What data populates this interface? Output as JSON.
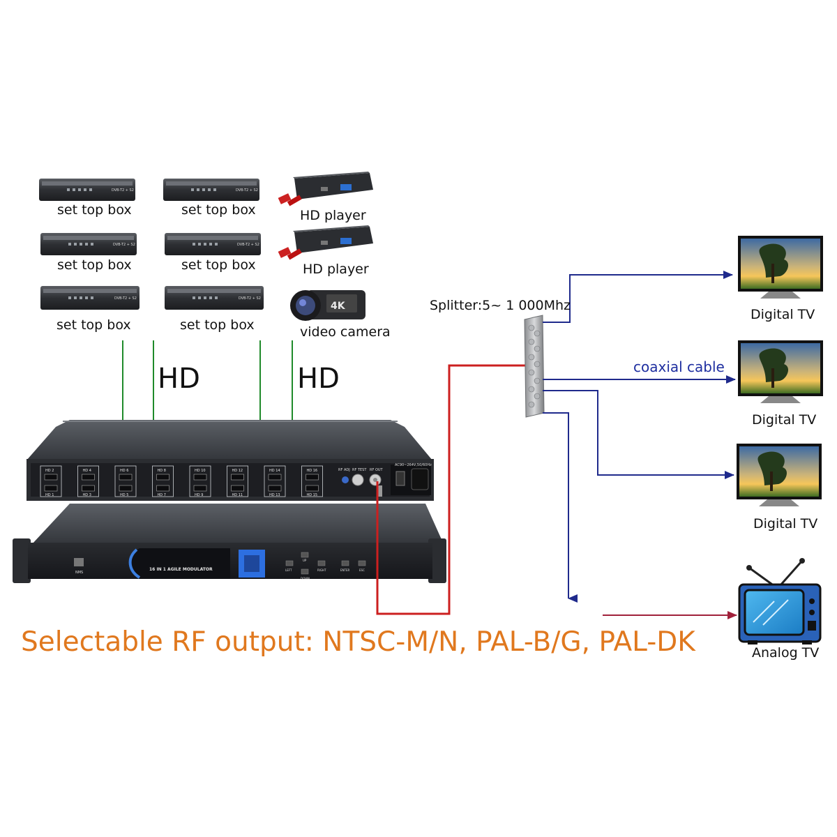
{
  "sources": [
    {
      "label": "set top box"
    },
    {
      "label": "set top box"
    },
    {
      "label": "HD player"
    },
    {
      "label": "set top box"
    },
    {
      "label": "set top box"
    },
    {
      "label": "HD player"
    },
    {
      "label": "set top box"
    },
    {
      "label": "set top box"
    },
    {
      "label": "video camera"
    }
  ],
  "signal_labels": {
    "left": "HD",
    "right": "HD"
  },
  "splitter": {
    "label": "Splitter:5~ 1 000Mhz"
  },
  "cable": {
    "label": "coaxial cable"
  },
  "displays": [
    {
      "label": "Digital TV"
    },
    {
      "label": "Digital TV"
    },
    {
      "label": "Digital TV"
    },
    {
      "label": "Analog TV"
    }
  ],
  "modulator": {
    "front_title": "16 IN 1 AGILE MODULATOR",
    "nms_label": "NMS",
    "power_label": "AC90~264V,50/60Hz",
    "rf_adj_label": "RF ADJ",
    "rf_test_label": "RF TEST",
    "rf_out_label": "RF OUT",
    "buttons": [
      "UP",
      "LEFT",
      "RIGHT",
      "DOWN",
      "ENTER",
      "ESC"
    ],
    "hdmi_top": [
      "HD 2",
      "HD 4",
      "HD 6",
      "HD 8",
      "HD 10",
      "HD 12",
      "HD 14",
      "HD 16"
    ],
    "hdmi_bottom": [
      "HD 1",
      "HD 3",
      "HD 5",
      "HD 7",
      "HD 9",
      "HD 11",
      "HD 13",
      "HD 15"
    ]
  },
  "stb_front_text": "DVB-T2 + S2",
  "camera_badge": "4K",
  "footer_note": "Selectable RF output: NTSC-M/N, PAL-B/G, PAL-DK",
  "colors": {
    "hd_arrow": "#1f8a2a",
    "rf_line": "#cc1f1f",
    "coax_line": "#1f2a8c",
    "analog_line": "#a0203a",
    "note": "#e0781e",
    "device_body": "#3a3d42",
    "tv_screen_bezel": "#111111"
  }
}
